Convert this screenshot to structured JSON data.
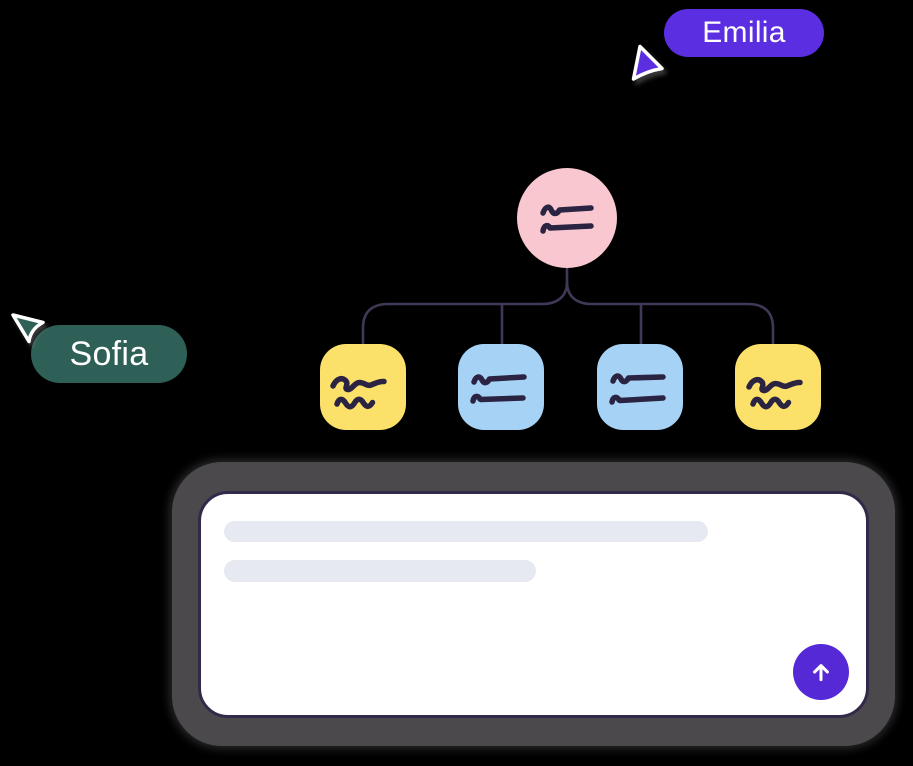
{
  "collaborators": [
    {
      "label": "Emilia",
      "badge_color": "#5C2EE2",
      "cursor_color": "#5B2EE0"
    },
    {
      "label": "Sofia",
      "badge_color": "#2E6057",
      "cursor_color": "#2E6057"
    }
  ],
  "mindmap": {
    "root": {
      "shape": "circle",
      "color": "#F9C7CF",
      "scribble": "two-lines",
      "ink_color": "#2B2342"
    },
    "children": [
      {
        "shape": "rounded-square",
        "color": "#FBE06A",
        "scribble": "squiggle"
      },
      {
        "shape": "rounded-square",
        "color": "#A5D2F5",
        "scribble": "two-lines"
      },
      {
        "shape": "rounded-square",
        "color": "#A5D2F5",
        "scribble": "two-lines"
      },
      {
        "shape": "rounded-square",
        "color": "#FBE06A",
        "scribble": "squiggle"
      }
    ],
    "connector_color": "#413857"
  },
  "prompt_panel": {
    "frame_color": "#4B494C",
    "panel_color": "#FFFFFF",
    "panel_border_color": "#332A49",
    "skeleton_color": "#E6E8F2",
    "skeleton_line_count": 2,
    "send_button": {
      "color": "#5629D6",
      "icon": "arrow-up-icon"
    }
  }
}
